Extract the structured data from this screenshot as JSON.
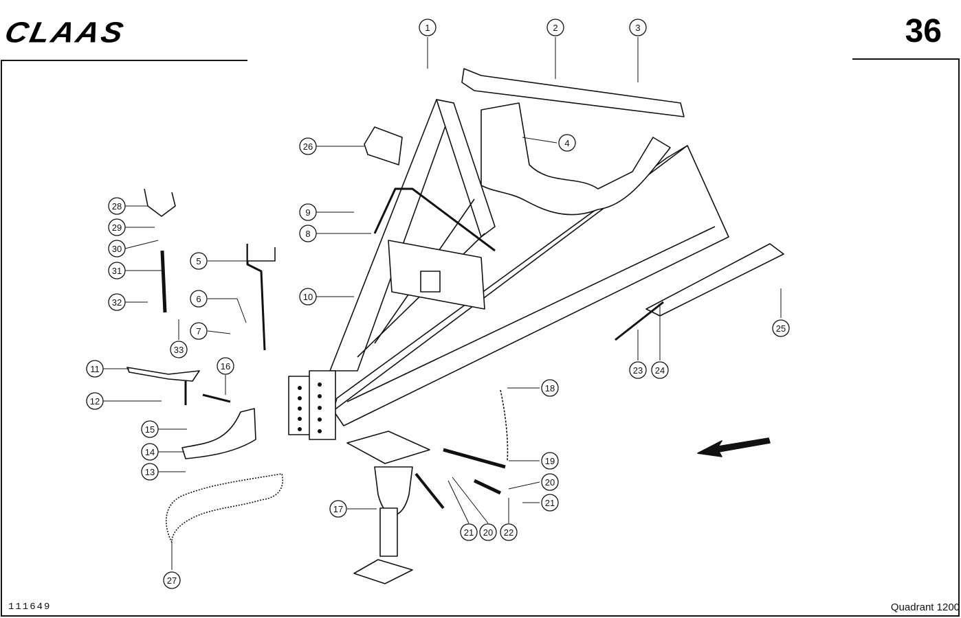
{
  "header": {
    "brand": "CLAAS",
    "page_number": "36"
  },
  "footer": {
    "drawing_number": "111649",
    "model": "Quadrant 1200"
  },
  "callouts": [
    "1",
    "2",
    "3",
    "4",
    "5",
    "6",
    "7",
    "8",
    "9",
    "10",
    "11",
    "12",
    "13",
    "14",
    "15",
    "16",
    "17",
    "18",
    "19",
    "20",
    "20",
    "21",
    "21",
    "22",
    "23",
    "24",
    "25",
    "26",
    "27",
    "28",
    "29",
    "30",
    "31",
    "32",
    "33"
  ],
  "colors": {
    "ink": "#111111",
    "paper": "#ffffff"
  }
}
